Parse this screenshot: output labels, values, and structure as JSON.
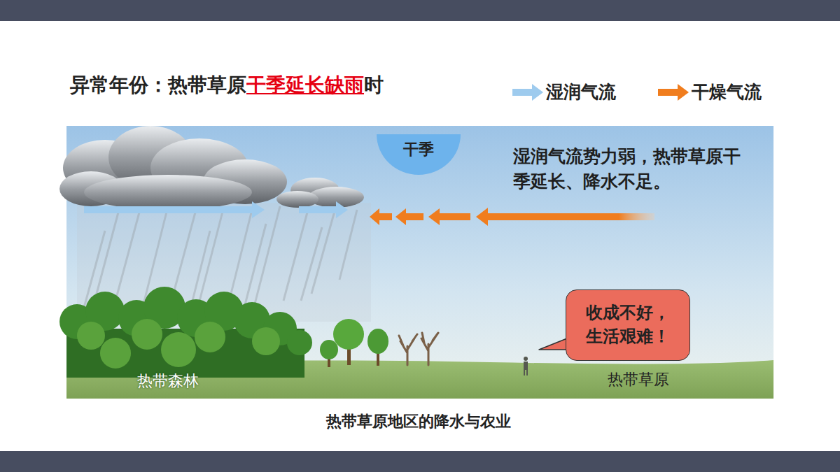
{
  "diagram": {
    "title": "异常年份：热带草原干季延长缺雨时",
    "caption": "热带草原地区的降水与农业",
    "nodes": [
      {
        "text": [
          "干季"
        ]
      },
      {
        "text": [
          "收成不好，生活艰难！"
        ]
      }
    ],
    "edges": [],
    "labels": [
      "湿润气流势力弱，热带草原干季延长、降水不足。",
      "热带森林",
      "热带草原"
    ],
    "legend": [
      {
        "text": "湿润气流"
      },
      {
        "text": "干燥气流"
      }
    ]
  }
}
